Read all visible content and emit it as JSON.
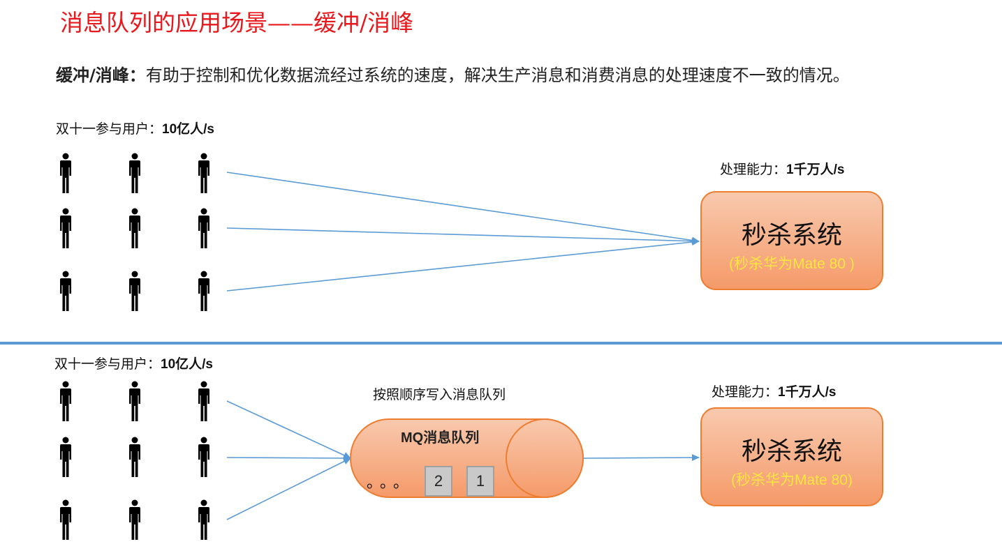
{
  "title": "消息队列的应用场景——缓冲/消峰",
  "description": {
    "term": "缓冲/消峰：",
    "text": "有助于控制和优化数据流经过系统的速度，解决生产消息和消费消息的处理速度不一致的情况。"
  },
  "top": {
    "users_label": "双十一参与用户：",
    "users_rate": "10亿人/s",
    "capacity_label": "处理能力：",
    "capacity_rate": "1千万人/s",
    "system_name": "秒杀系统",
    "system_sub": "(秒杀华为Mate 80 )"
  },
  "bottom": {
    "users_label": "双十一参与用户：",
    "users_rate": "10亿人/s",
    "queue_caption": "按照顺序写入消息队列",
    "queue_title": "MQ消息队列",
    "queue_ellipsis": "。。。",
    "queue_messages": [
      "2",
      "1"
    ],
    "capacity_label": "处理能力：",
    "capacity_rate": "1千万人/s",
    "system_name": "秒杀系统",
    "system_sub": "(秒杀华为Mate 80)"
  },
  "colors": {
    "title": "#e8181d",
    "arrow": "#5b9bd5",
    "box_border": "#ed7d31",
    "sub_text": "#ffe640"
  },
  "icons": {
    "user": "person-icon"
  }
}
